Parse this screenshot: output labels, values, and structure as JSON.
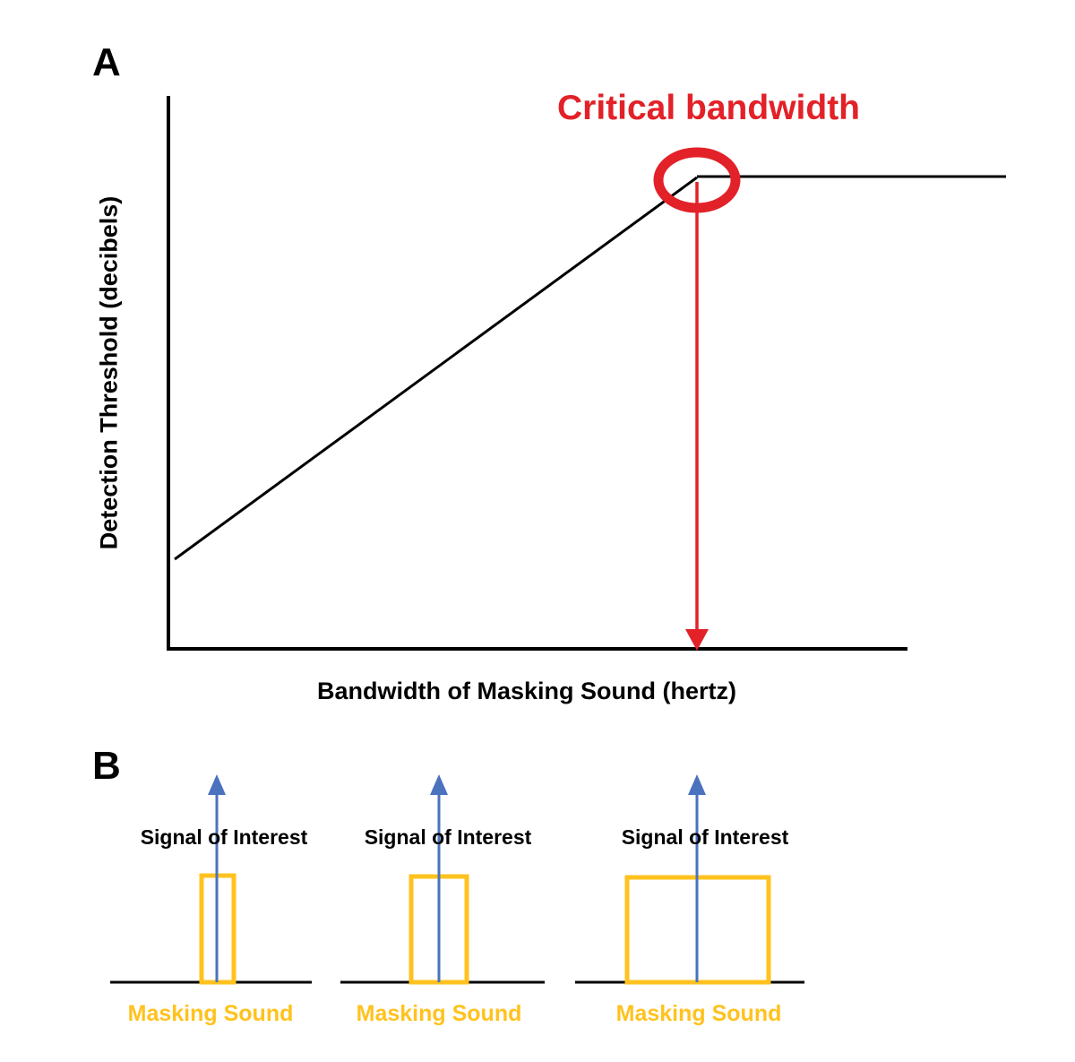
{
  "figure": {
    "background": "#FFFFFF",
    "panel_a": {
      "label": "A",
      "annotation_title": "Critical bandwidth",
      "y_axis_label": "Detection Threshold (decibels)",
      "x_axis_label": "Bandwidth of Masking Sound (hertz)"
    },
    "panel_b": {
      "label": "B",
      "diagrams": [
        {
          "masker_bandwidth": "narrow",
          "signal_label": "Signal of Interest",
          "masker_label": "Masking Sound"
        },
        {
          "masker_bandwidth": "medium",
          "signal_label": "Signal of Interest",
          "masker_label": "Masking Sound"
        },
        {
          "masker_bandwidth": "wide",
          "signal_label": "Signal of Interest",
          "masker_label": "Masking Sound"
        }
      ]
    },
    "colors": {
      "accent_red": "#E22128",
      "signal_blue": "#4A72BE",
      "masker_gold": "#FFC21E",
      "line_black": "#000000"
    }
  },
  "chart_data": {
    "type": "line",
    "title": "Critical bandwidth",
    "xlabel": "Bandwidth of Masking Sound (hertz)",
    "ylabel": "Detection Threshold (decibels)",
    "tick_labels": "none (schematic, unitless axes)",
    "legend": "none",
    "grid": false,
    "xlim": [
      0,
      1
    ],
    "ylim": [
      0,
      1
    ],
    "series": [
      {
        "name": "detection threshold",
        "x": [
          0.01,
          0.72,
          1.0
        ],
        "y": [
          0.16,
          0.95,
          0.95
        ],
        "note": "rises linearly with masker bandwidth, then plateaus at the critical bandwidth"
      }
    ],
    "annotations": [
      {
        "type": "ellipse-highlight",
        "label": "Critical bandwidth",
        "x": 0.72,
        "y": 0.95,
        "color": "#E22128"
      },
      {
        "type": "vertical-arrow-down",
        "from_y": 0.95,
        "to_y": 0.0,
        "x": 0.72,
        "color": "#E22128"
      }
    ]
  }
}
